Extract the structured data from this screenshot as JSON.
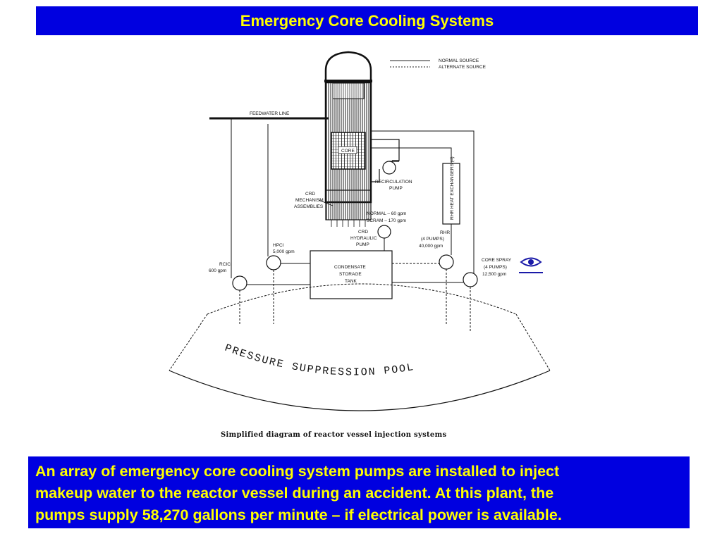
{
  "slide": {
    "title": "Emergency Core Cooling Systems",
    "text_lines": [
      "An array of emergency core cooling system pumps are installed to inject",
      "makeup water to the reactor vessel during an accident. At this plant, the",
      "pumps supply 58,270 gallons per minute – if electrical power is available."
    ]
  },
  "diagram": {
    "legend": {
      "normal": "NORMAL SOURCE",
      "alternate": "ALTERNATE SOURCE"
    },
    "feedwater": "FEEDWATER LINE",
    "core": "CORE",
    "recirc": [
      "RECIRCULATION",
      "PUMP"
    ],
    "rhr_hx": "RHR HEAT EXCHANGERS (4)",
    "crd_mech": [
      "CRD",
      "MECHANISM",
      "ASSEMBLIES"
    ],
    "flow": [
      "NORMAL – 60 gpm",
      "SCRAM – 170 gpm"
    ],
    "crd_pump": [
      "CRD",
      "HYDRAULIC",
      "PUMP"
    ],
    "rhr": [
      "RHR",
      "(4 PUMPS)",
      "40,000 gpm"
    ],
    "hpci": [
      "HPCI",
      "5,000 gpm"
    ],
    "rcic": [
      "RCIC",
      "600 gpm"
    ],
    "cst": [
      "CONDENSATE",
      "STORAGE",
      "TANK"
    ],
    "core_spray": [
      "CORE SPRAY",
      "(4 PUMPS)",
      "12,500 gpm"
    ],
    "pool": "PRESSURE SUPPRESSION POOL",
    "caption": "Simplified diagram of reactor vessel injection systems"
  },
  "colors": {
    "slide_blue": "#0000e0",
    "slide_yellow": "#ffff00",
    "eye_icon": "#1a1aa8"
  },
  "icons": {
    "eye": "eye-icon"
  }
}
